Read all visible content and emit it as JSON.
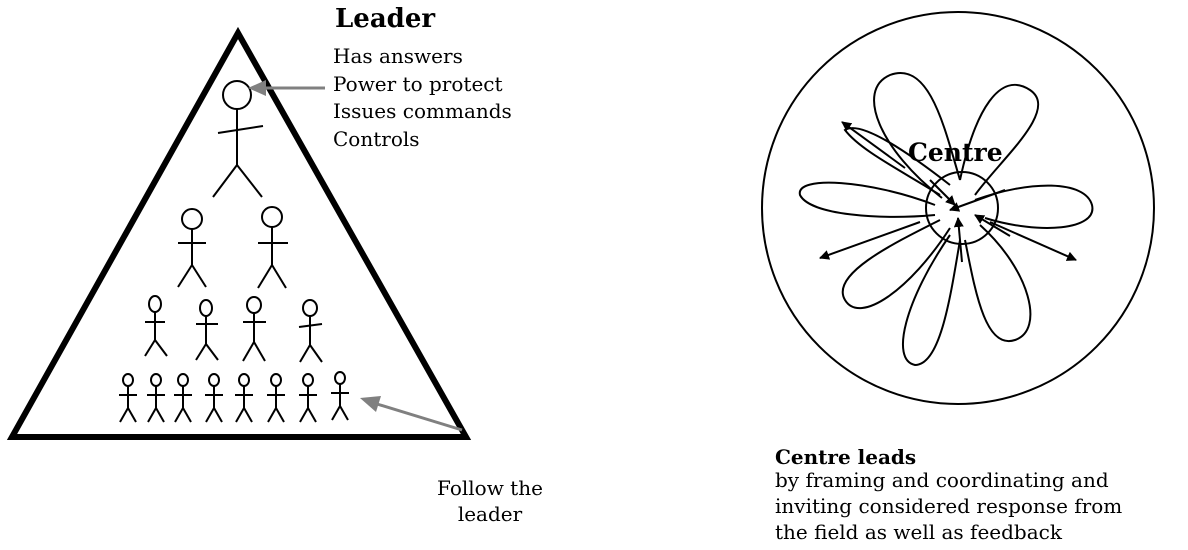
{
  "hierarchy": {
    "leader_title": "Leader",
    "leader_attributes": [
      "Has answers",
      "Power to protect",
      "Issues commands",
      "Controls"
    ],
    "follow_caption": [
      "Follow the",
      "leader"
    ]
  },
  "network": {
    "centre_label": "Centre",
    "title": "Centre leads",
    "description": [
      "by framing and coordinating and",
      "inviting considered response from",
      "the field as well as feedback"
    ]
  }
}
